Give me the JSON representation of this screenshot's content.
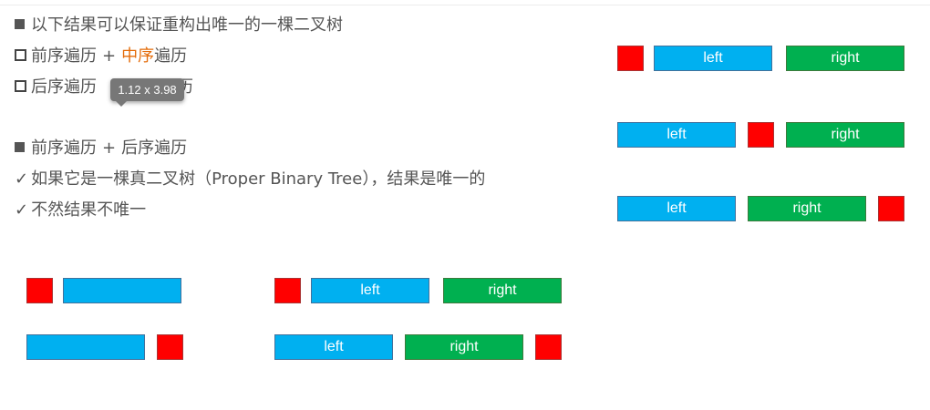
{
  "text": {
    "title": "以下结果可以保证重构出唯一的一棵二叉树",
    "pre_in_a": "前序遍历",
    "plus": "+",
    "pre_in_b": "中序",
    "pre_in_c": "遍历",
    "post_in_a": "后序遍历",
    "post_in_b": "历",
    "pre_post_a": "前序遍历",
    "pre_post_b": "后序遍历",
    "proper_tree": "如果它是一棵真二叉树（Proper Binary Tree），结果是唯一的",
    "not_unique": "不然结果不唯一"
  },
  "tooltip": {
    "label": "1.12 x 3.98"
  },
  "blocks": {
    "left": "left",
    "right": "right",
    "empty": ""
  },
  "colors": {
    "root": "#ff0000",
    "left": "#00b0f0",
    "right": "#00b050",
    "accent": "#e46c0a"
  }
}
